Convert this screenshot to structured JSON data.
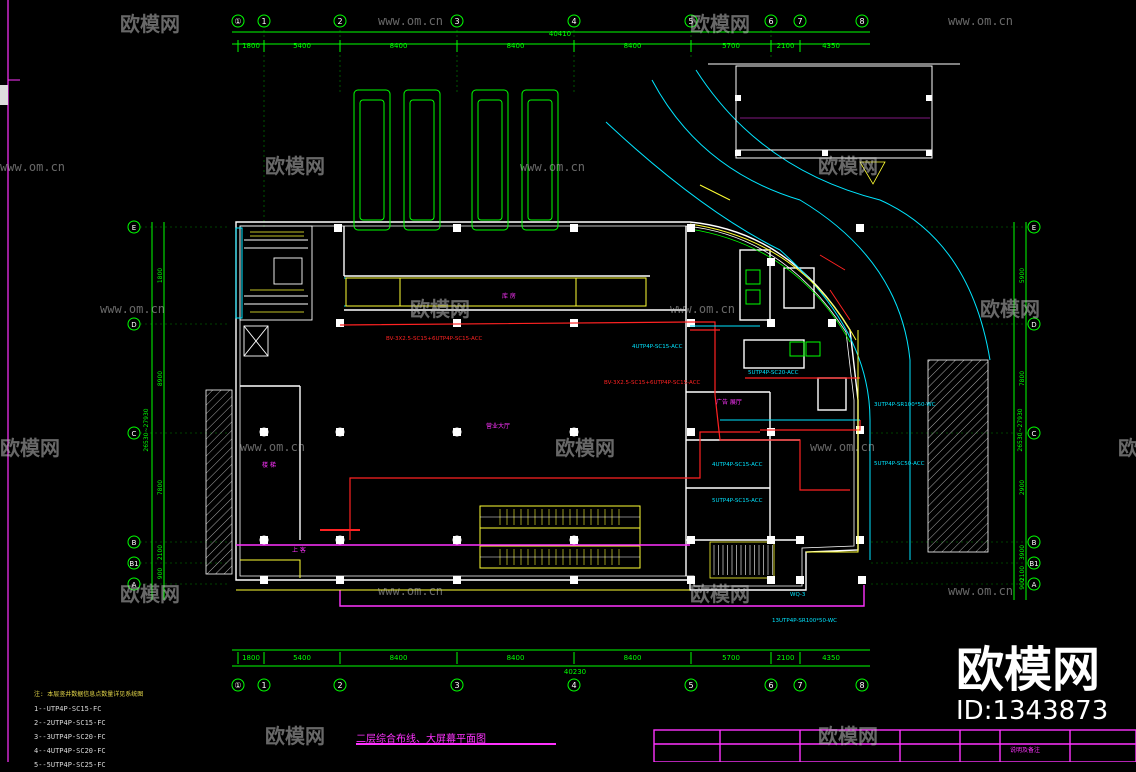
{
  "drawing": {
    "title": "二层综合布线、大屏幕平面图",
    "dim_total_top": "40410",
    "dim_total_bottom": "40230",
    "dims": [
      "1800",
      "5400",
      "8400",
      "8400",
      "8400",
      "5700",
      "2100",
      "4350"
    ],
    "dims_left": [
      "1800",
      "8900",
      "7800",
      "2100",
      "900"
    ],
    "dim_left_total": "26530~27930",
    "dims_right": [
      "5900",
      "7800",
      "2900",
      "3900",
      "2100",
      "900"
    ],
    "dim_right_total": "26530~27930",
    "axis_cols": [
      "①",
      "1",
      "2",
      "3",
      "4",
      "5",
      "6",
      "7",
      "8"
    ],
    "axis_rows": [
      "E",
      "D",
      "C",
      "B",
      "B1",
      "A"
    ],
    "cable_labels": [
      "BV-3X2.5-SC15+6UTP4P-SC15-ACC",
      "4UTP4P-SC15-ACC",
      "BV-3X2.5-SC15+6UTP4P-SC15-ACC",
      "5UTP4P-SC20-ACC",
      "3UTP4P-SR100*50-WC",
      "5UTP4P-SC50-ACC",
      "4UTP4P-SC15-ACC",
      "5UTP4P-SC15-ACC",
      "13UTP4P-SR100*50-WC",
      "WQ-3"
    ],
    "room_labels": [
      "营业大厅",
      "楼 梯",
      "库 房",
      "上 客",
      "广告 展厅"
    ],
    "notes_heading": "注: 本层竖井数据信息点数量详见系统图",
    "notes": [
      "1--UTP4P-SC15-FC",
      "2--2UTP4P-SC15-FC",
      "3--3UTP4P-SC20-FC",
      "4--4UTP4P-SC20-FC",
      "5--5UTP4P-SC25-FC"
    ],
    "table_label": "说明及备注"
  },
  "watermark": {
    "brand": "欧模网",
    "url": "www.om.cn",
    "id": "ID:1343873"
  },
  "colors": {
    "background": "#000000",
    "wall": "#ffffff",
    "dimension": "#00ff00",
    "cable_red": "#ff2222",
    "cable_cyan": "#00e5ff",
    "yellow": "#ffff33",
    "magenta": "#ff33ff"
  }
}
